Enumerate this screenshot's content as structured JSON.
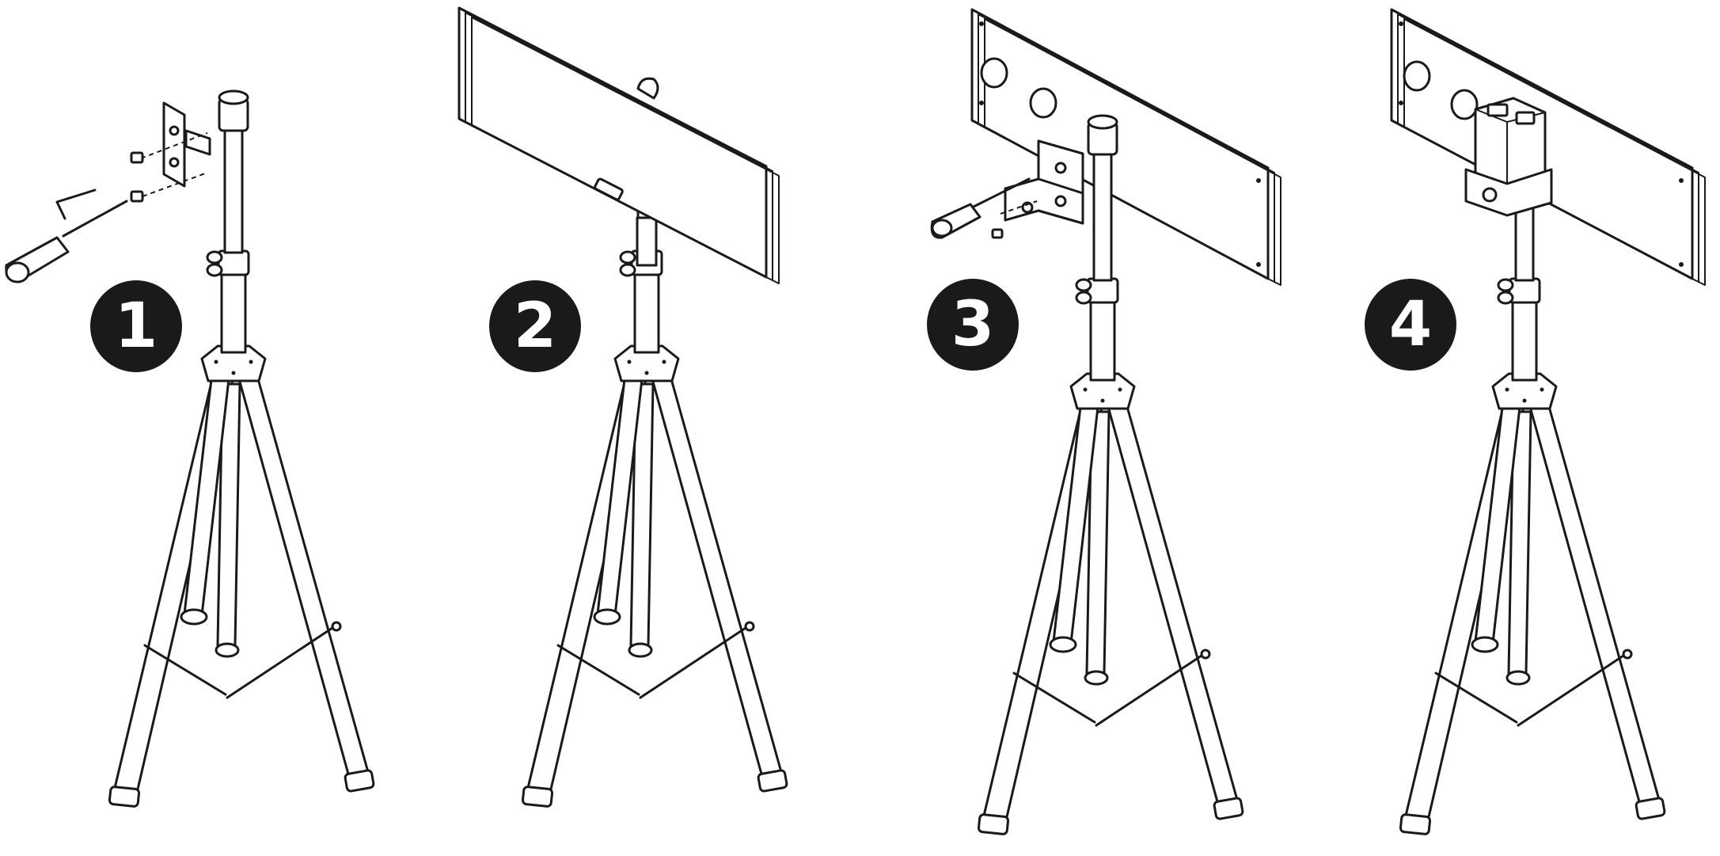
{
  "steps": [
    {
      "number": "1",
      "label": ""
    },
    {
      "number": "2",
      "label": ""
    },
    {
      "number": "3",
      "label": ""
    },
    {
      "number": "4",
      "label": ""
    }
  ],
  "icons": {
    "screwdriver": "screwdriver-icon",
    "hex_key": "hex-key-icon",
    "screw": "screw-icon"
  },
  "colors": {
    "line": "#1a1a1a",
    "badge": "#1a1a1a",
    "background": "#ffffff"
  }
}
